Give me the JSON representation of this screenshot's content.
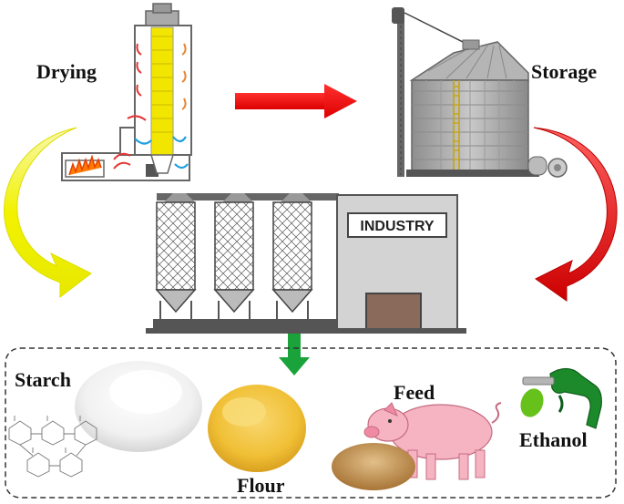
{
  "labels": {
    "drying": "Drying",
    "storage": "Storage",
    "industry": "INDUSTRY",
    "starch": "Starch",
    "flour": "Flour",
    "feed": "Feed",
    "ethanol": "Ethanol"
  },
  "colors": {
    "drying_arrow": "#f2f200",
    "transfer_arrow": "#ee1111",
    "storage_arrow": "#dd1010",
    "output_arrow": "#1aa33a",
    "flour": "#f2c23a",
    "pig": "#f6b3c2",
    "ethanol_drop": "#66c21a"
  },
  "icons": [
    "dryer-tower-icon",
    "grain-silo-icon",
    "industry-building-icon",
    "starch-powder-icon",
    "flour-pile-icon",
    "pig-icon",
    "feed-pile-icon",
    "fuel-nozzle-icon",
    "molecule-icon"
  ]
}
